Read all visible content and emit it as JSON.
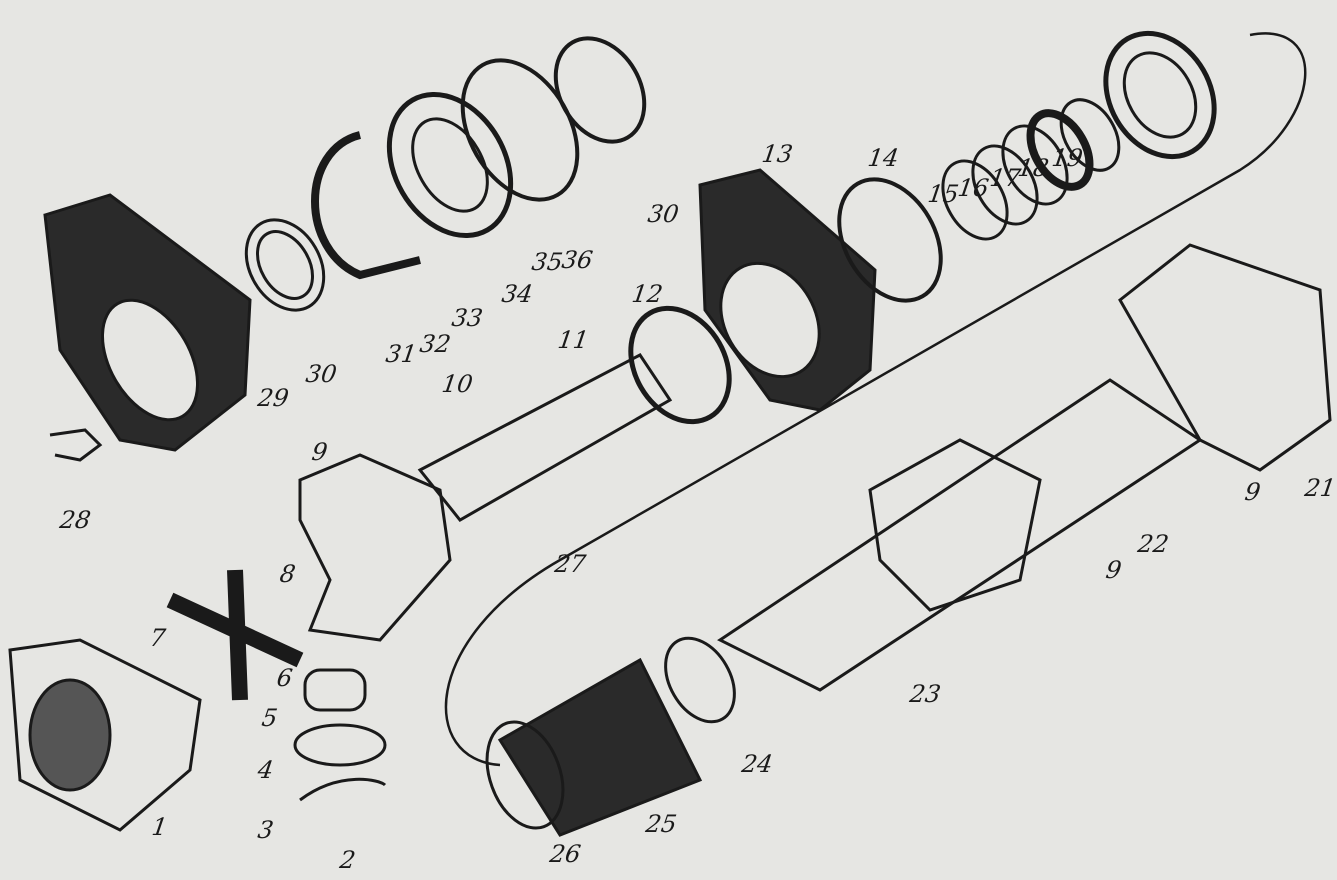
{
  "diagram": {
    "type": "exploded-view",
    "colors": {
      "background": "#e6e6e3",
      "ink": "#1a1a1a",
      "dark_fill": "#2a2a2a"
    },
    "labels": [
      {
        "id": "1",
        "text": "1"
      },
      {
        "id": "2",
        "text": "2"
      },
      {
        "id": "3",
        "text": "3"
      },
      {
        "id": "4",
        "text": "4"
      },
      {
        "id": "5",
        "text": "5"
      },
      {
        "id": "6",
        "text": "6"
      },
      {
        "id": "7",
        "text": "7"
      },
      {
        "id": "8",
        "text": "8"
      },
      {
        "id": "9a",
        "text": "9"
      },
      {
        "id": "9b",
        "text": "9"
      },
      {
        "id": "9c",
        "text": "9"
      },
      {
        "id": "10",
        "text": "10"
      },
      {
        "id": "11",
        "text": "11"
      },
      {
        "id": "12",
        "text": "12"
      },
      {
        "id": "13",
        "text": "13"
      },
      {
        "id": "14",
        "text": "14"
      },
      {
        "id": "15",
        "text": "15"
      },
      {
        "id": "16",
        "text": "16"
      },
      {
        "id": "17",
        "text": "17"
      },
      {
        "id": "18",
        "text": "18"
      },
      {
        "id": "19",
        "text": "19"
      },
      {
        "id": "21",
        "text": "21"
      },
      {
        "id": "22",
        "text": "22"
      },
      {
        "id": "23",
        "text": "23"
      },
      {
        "id": "24",
        "text": "24"
      },
      {
        "id": "25",
        "text": "25"
      },
      {
        "id": "26",
        "text": "26"
      },
      {
        "id": "27",
        "text": "27"
      },
      {
        "id": "28",
        "text": "28"
      },
      {
        "id": "29",
        "text": "29"
      },
      {
        "id": "30a",
        "text": "30"
      },
      {
        "id": "30b",
        "text": "30"
      },
      {
        "id": "31",
        "text": "31"
      },
      {
        "id": "32",
        "text": "32"
      },
      {
        "id": "33",
        "text": "33"
      },
      {
        "id": "34",
        "text": "34"
      },
      {
        "id": "35",
        "text": "35"
      },
      {
        "id": "36",
        "text": "36"
      }
    ]
  }
}
